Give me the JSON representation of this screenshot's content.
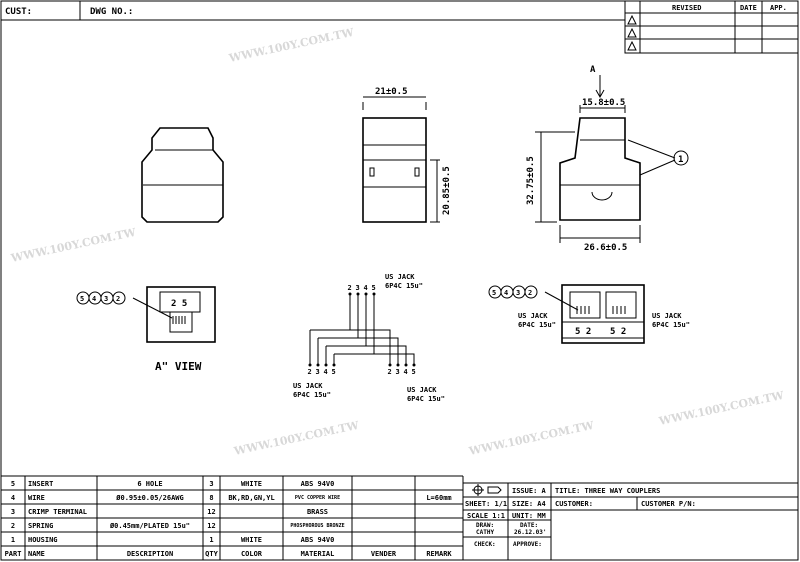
{
  "header": {
    "cust_label": "CUST:",
    "dwg_label": "DWG NO.:"
  },
  "revision": {
    "revised": "REVISED",
    "date": "DATE",
    "app": "APP."
  },
  "watermark": "WWW.100Y.COM.TW",
  "dims": {
    "width_top": "21±0.5",
    "width_top_right": "15.8±0.5",
    "height_mid": "20.85±0.5",
    "height_right": "32.75±0.5",
    "width_bottom_right": "26.6±0.5",
    "section": "A"
  },
  "balloon": "1",
  "view_label": "A\" VIEW",
  "balloons": [
    "5",
    "4",
    "3",
    "2"
  ],
  "pins_a_view": "2 5",
  "pins_right": [
    "5 2",
    "5 2"
  ],
  "jack": {
    "label": "US JACK",
    "spec": "6P4C 15u\""
  },
  "wiring_pins": [
    "2",
    "3",
    "4",
    "5"
  ],
  "bom": {
    "headers": [
      "PART",
      "NAME",
      "DESCRIPTION",
      "QTY",
      "COLOR",
      "MATERIAL",
      "VENDER",
      "REMARK"
    ],
    "rows": [
      [
        "5",
        "INSERT",
        "6 HOLE",
        "3",
        "WHITE",
        "ABS 94V0",
        "",
        ""
      ],
      [
        "4",
        "WIRE",
        "Ø0.95±0.05/26AWG",
        "8",
        "BK,RD,GN,YL",
        "PVC COPPER WIRE",
        "",
        "L=60mm"
      ],
      [
        "3",
        "CRIMP TERMINAL",
        "",
        "12",
        "",
        "BRASS",
        "",
        ""
      ],
      [
        "2",
        "SPRING",
        "Ø0.45mm/PLATED 15u\"",
        "12",
        "",
        "PHOSPHOROUS BRONZE",
        "",
        ""
      ],
      [
        "1",
        "HOUSING",
        "",
        "1",
        "WHITE",
        "ABS 94V0",
        "",
        ""
      ]
    ]
  },
  "title_block": {
    "issue": "ISSUE: A",
    "title": "TITLE: THREE WAY COUPLERS",
    "sheet": "SHEET: 1/1",
    "size": "SIZE: A4",
    "customer": "CUSTOMER:",
    "customer_pn": "CUSTOMER P/N:",
    "scale": "SCALE 1:1",
    "unit": "UNIT: MM",
    "draw_label": "DRAW:",
    "draw_value": "CATHY",
    "date_label": "DATE:",
    "date_value": "26.12.03'",
    "check": "CHECK:",
    "approve": "APPROVE:"
  }
}
